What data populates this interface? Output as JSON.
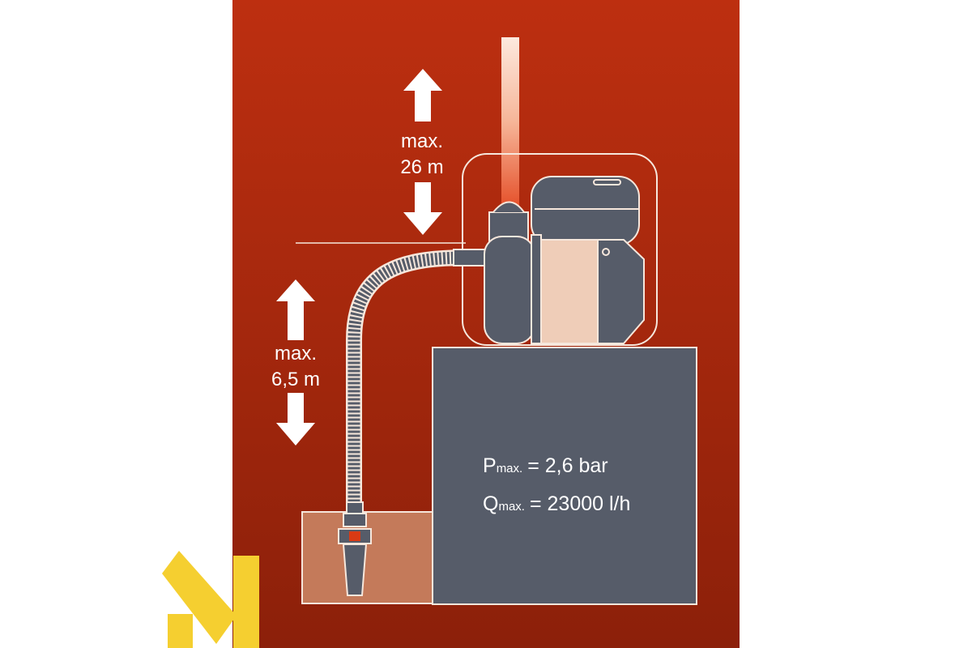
{
  "labels": {
    "discharge_max": "max.",
    "discharge_height": "26 m",
    "suction_max": "max.",
    "suction_depth": "6,5 m",
    "pressure_symbol": "P",
    "pressure_sub": "max.",
    "pressure_value": "= 2,6 bar",
    "flow_symbol": "Q",
    "flow_sub": "max.",
    "flow_value": "= 23000 l/h"
  },
  "colors": {
    "background_top": "#bd2f10",
    "background_bottom": "#8c200a",
    "machine_gray": "#565c69",
    "water": "#c47a5a",
    "motor_panel": "#efcdb8",
    "logo_yellow": "#f5cf30",
    "outline": "#f6e7dc"
  }
}
